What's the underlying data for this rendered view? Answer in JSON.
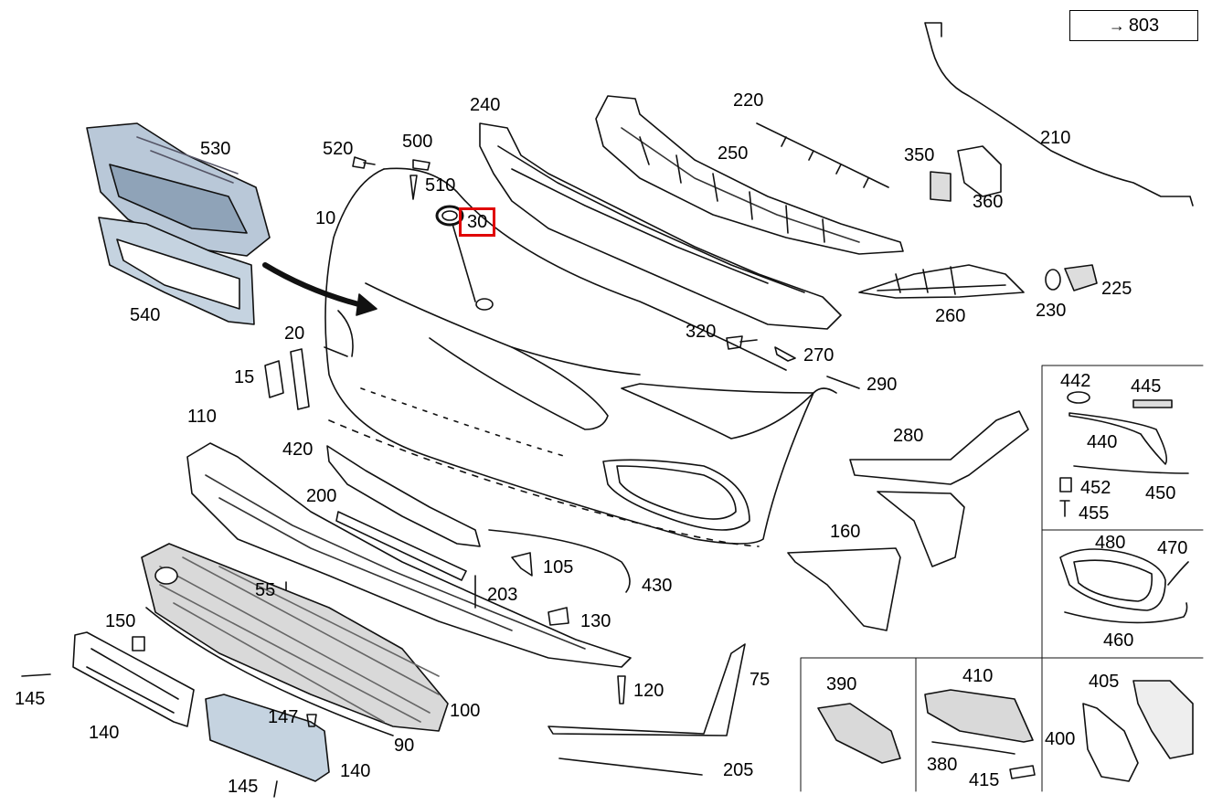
{
  "reference": {
    "arrow": "→",
    "page": "803"
  },
  "selected_callout": "30",
  "callouts": {
    "p10": "10",
    "p15": "15",
    "p20": "20",
    "p30": "30",
    "p55": "55",
    "p75": "75",
    "p90": "90",
    "p100": "100",
    "p105": "105",
    "p110": "110",
    "p120": "120",
    "p130": "130",
    "p140a": "140",
    "p140b": "140",
    "p145a": "145",
    "p145b": "145",
    "p147": "147",
    "p150": "150",
    "p160": "160",
    "p200": "200",
    "p203": "203",
    "p205": "205",
    "p210": "210",
    "p220": "220",
    "p225": "225",
    "p230": "230",
    "p240": "240",
    "p250": "250",
    "p260": "260",
    "p270": "270",
    "p280": "280",
    "p290": "290",
    "p320": "320",
    "p350": "350",
    "p360": "360",
    "p380": "380",
    "p390": "390",
    "p400": "400",
    "p405": "405",
    "p410": "410",
    "p415": "415",
    "p420": "420",
    "p430": "430",
    "p440": "440",
    "p442": "442",
    "p445": "445",
    "p450": "450",
    "p452": "452",
    "p455": "455",
    "p460": "460",
    "p470": "470",
    "p480": "480",
    "p500": "500",
    "p510": "510",
    "p520": "520",
    "p530": "530",
    "p540": "540"
  }
}
